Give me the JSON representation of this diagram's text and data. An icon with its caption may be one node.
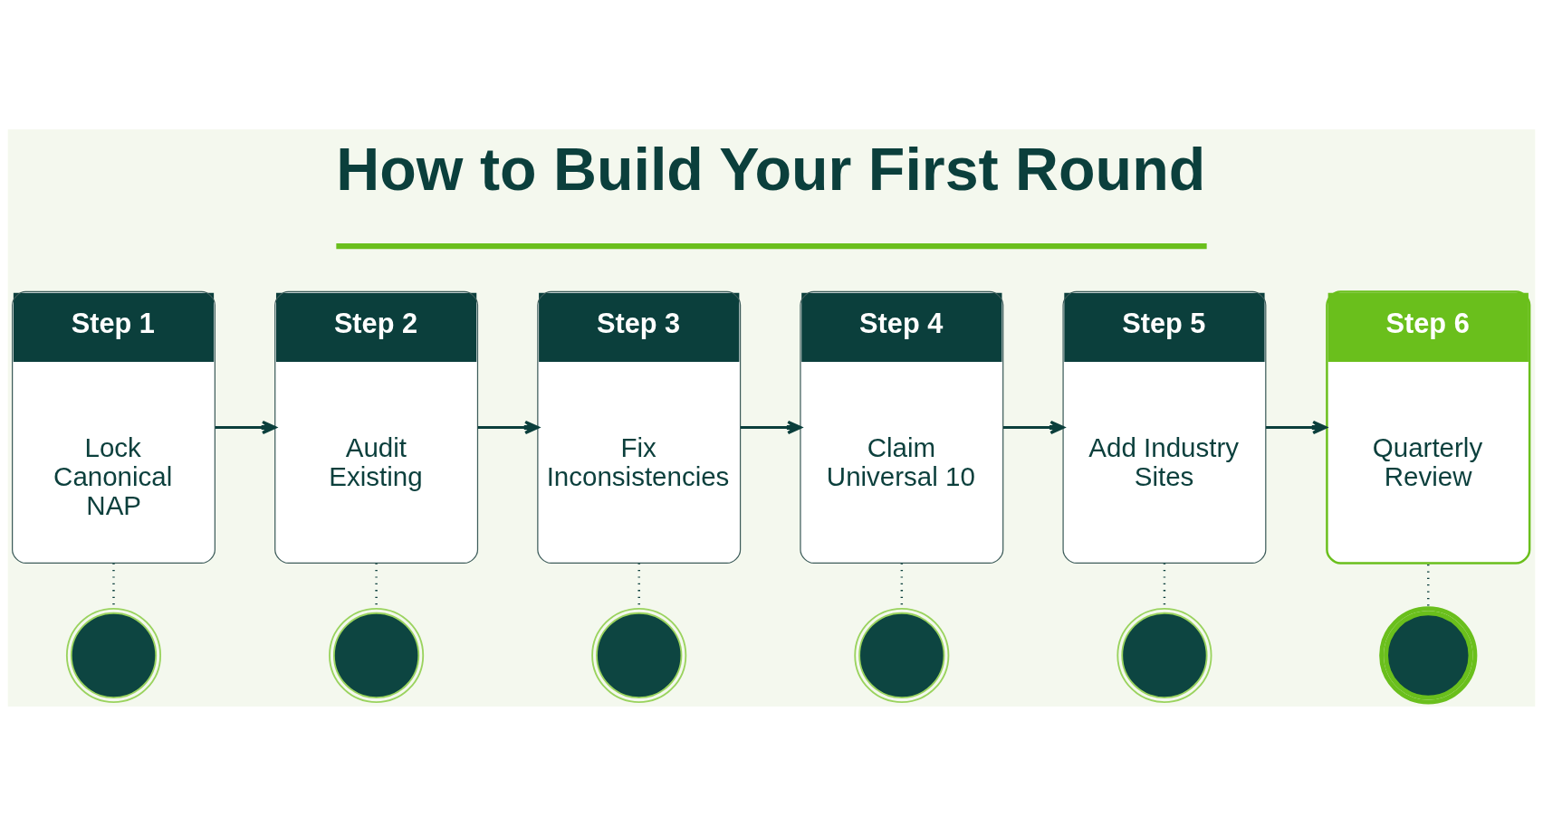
{
  "diagram": {
    "title": "How to Build Your First Round",
    "nodes": [
      {
        "text": [
          "Step 1",
          "Lock Canonical NAP"
        ]
      },
      {
        "text": [
          "Step 2",
          "Audit Existing"
        ]
      },
      {
        "text": [
          "Step 3",
          "Fix Inconsistencies"
        ]
      },
      {
        "text": [
          "Step 4",
          "Claim Universal 10"
        ]
      },
      {
        "text": [
          "Step 5",
          "Add Industry Sites"
        ]
      },
      {
        "text": [
          "Step 6",
          "Quarterly Review"
        ]
      },
      {
        "text": [],
        "shape": "circle"
      },
      {
        "text": [],
        "shape": "circle"
      },
      {
        "text": [],
        "shape": "circle"
      },
      {
        "text": [],
        "shape": "circle"
      },
      {
        "text": [],
        "shape": "circle"
      },
      {
        "text": [],
        "shape": "circle"
      }
    ],
    "edges": [
      {
        "from": 0,
        "to": 1,
        "arrow": "to"
      },
      {
        "from": 1,
        "to": 2,
        "arrow": "to"
      },
      {
        "from": 2,
        "to": 3,
        "arrow": "to"
      },
      {
        "from": 3,
        "to": 4,
        "arrow": "to"
      },
      {
        "from": 4,
        "to": 5,
        "arrow": "to"
      },
      {
        "from": 0,
        "to": 6,
        "arrow": "none",
        "style": "dashed"
      },
      {
        "from": 1,
        "to": 7,
        "arrow": "none",
        "style": "dashed"
      },
      {
        "from": 2,
        "to": 8,
        "arrow": "none",
        "style": "dashed"
      },
      {
        "from": 3,
        "to": 9,
        "arrow": "none",
        "style": "dashed"
      },
      {
        "from": 4,
        "to": 10,
        "arrow": "none",
        "style": "dashed"
      },
      {
        "from": 5,
        "to": 11,
        "arrow": "none",
        "style": "dashed"
      }
    ]
  }
}
